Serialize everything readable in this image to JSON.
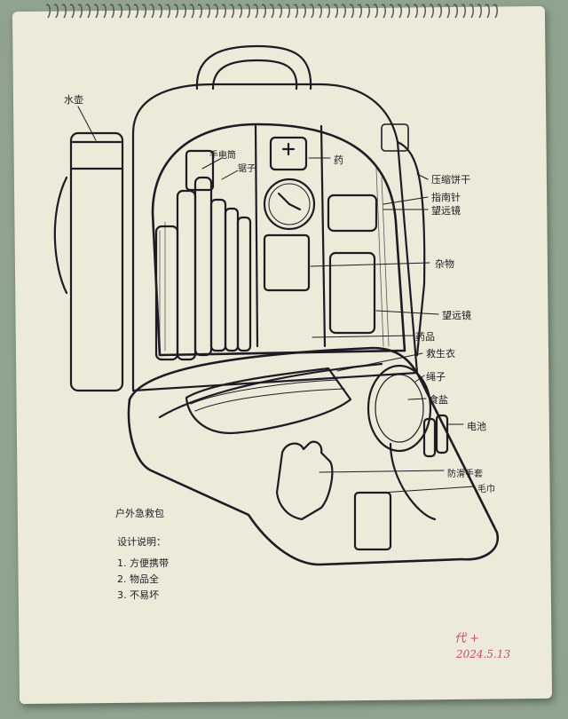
{
  "labels": {
    "water_bottle": "水壶",
    "flashlight": "手电筒",
    "saw": "锯子",
    "medicine_top": "药",
    "compressed_biscuit": "压缩饼干",
    "compass": "指南针",
    "telescope_top": "望远镜",
    "misc": "杂物",
    "telescope_bottom": "望远镜",
    "medicine": "药品",
    "life_jacket": "救生衣",
    "rope": "绳子",
    "salt": "食盐",
    "battery": "电池",
    "gloves": "防滑手套",
    "towel": "毛巾"
  },
  "notes": {
    "title": "户外急救包",
    "heading": "设计说明：",
    "items": [
      "1. 方便携带",
      "2. 物品全",
      "3. 不易坏"
    ]
  },
  "signature": {
    "name": "代 +",
    "date": "2024.5.13"
  },
  "colors": {
    "paper": "#ecead9",
    "ink": "#1d1b24",
    "signature": "#c94a6a",
    "table": "#8fa38e"
  }
}
